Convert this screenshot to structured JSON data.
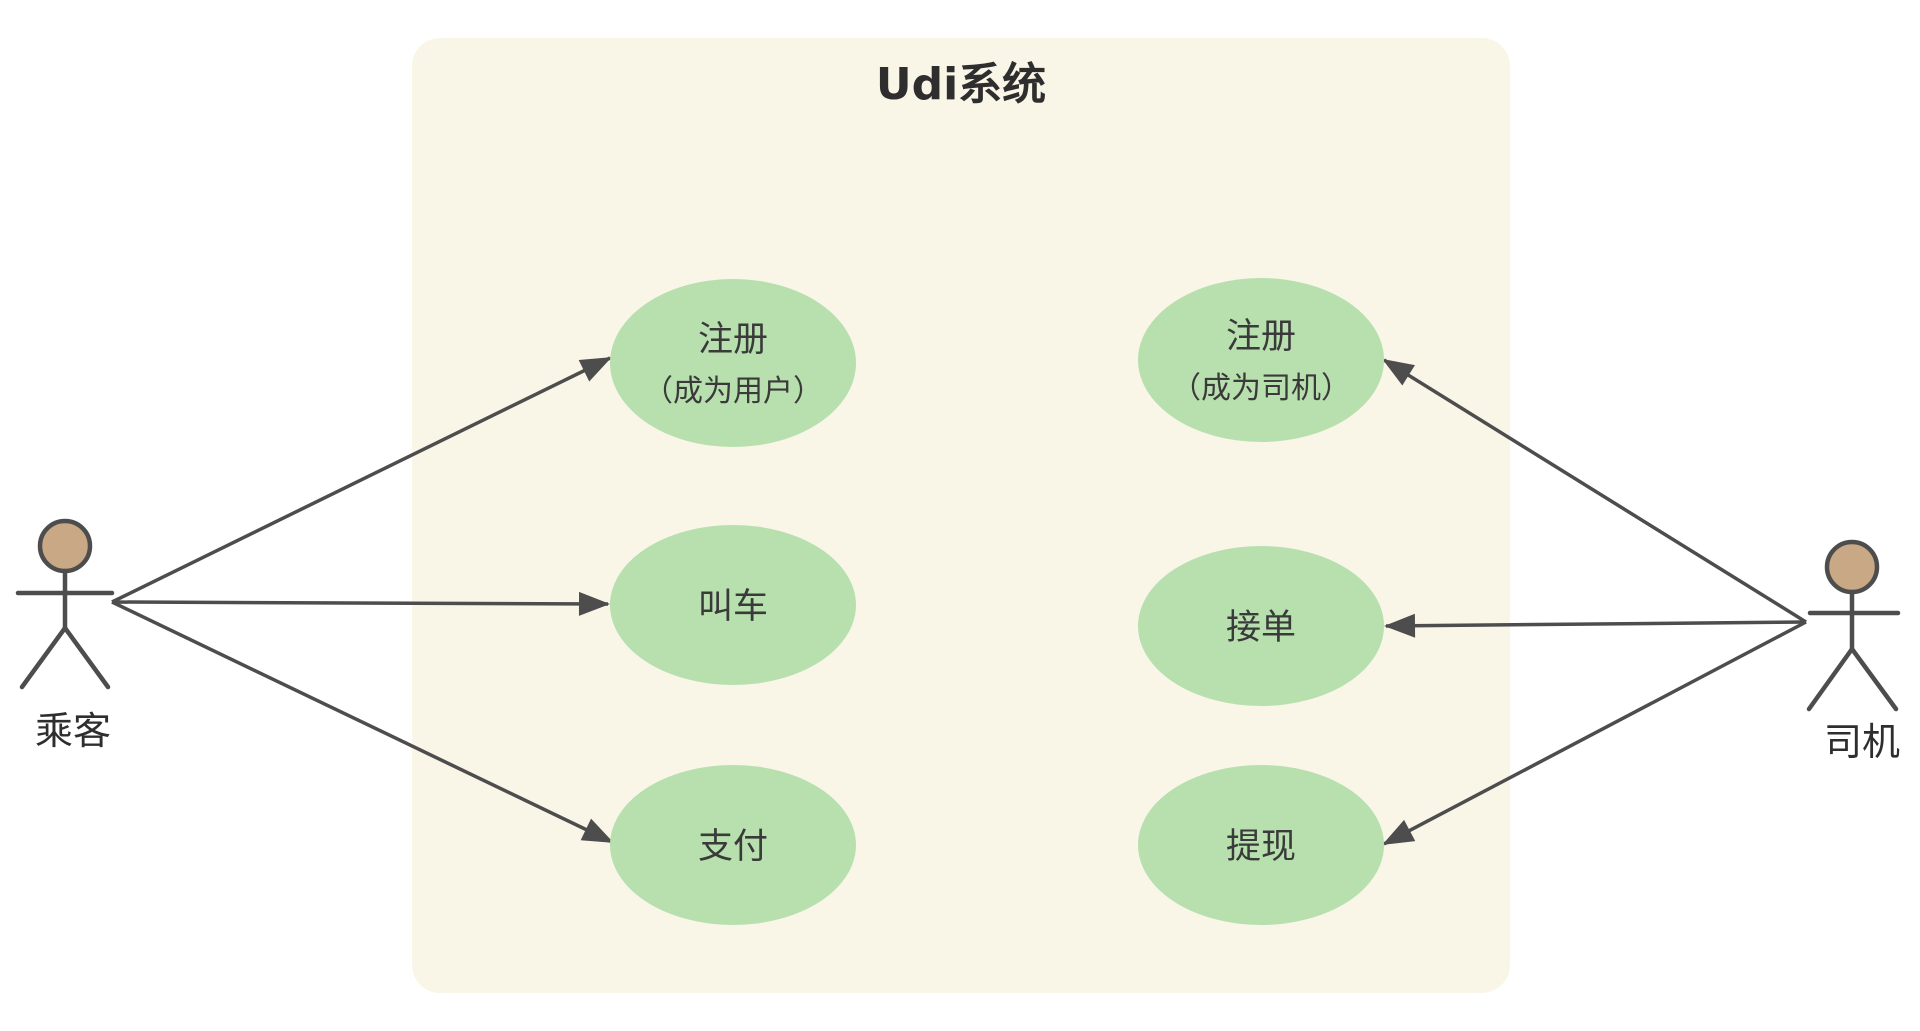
{
  "diagram": {
    "type": "uml-use-case",
    "title": "Udi系统",
    "actors": [
      {
        "id": "passenger",
        "label": "乘客"
      },
      {
        "id": "driver",
        "label": "司机"
      }
    ],
    "use_cases": [
      {
        "id": "register-user",
        "lines": [
          "注册",
          "（成为用户）"
        ]
      },
      {
        "id": "call-car",
        "lines": [
          "叫车"
        ]
      },
      {
        "id": "pay",
        "lines": [
          "支付"
        ]
      },
      {
        "id": "register-driver",
        "lines": [
          "注册",
          "（成为司机）"
        ]
      },
      {
        "id": "accept-order",
        "lines": [
          "接单"
        ]
      },
      {
        "id": "withdraw",
        "lines": [
          "提现"
        ]
      }
    ],
    "edges": [
      {
        "from": "乘客",
        "to": "注册（成为用户）"
      },
      {
        "from": "乘客",
        "to": "叫车"
      },
      {
        "from": "乘客",
        "to": "支付"
      },
      {
        "from": "司机",
        "to": "注册（成为司机）"
      },
      {
        "from": "司机",
        "to": "接单"
      },
      {
        "from": "司机",
        "to": "提现"
      }
    ],
    "colors": {
      "system_fill": "#FAF6E7",
      "usecase_fill": "#B7E0AE",
      "actor_head_fill": "#C9A886",
      "line": "#4D4D4D",
      "text": "#333333",
      "bg": "#FFFFFF"
    }
  }
}
